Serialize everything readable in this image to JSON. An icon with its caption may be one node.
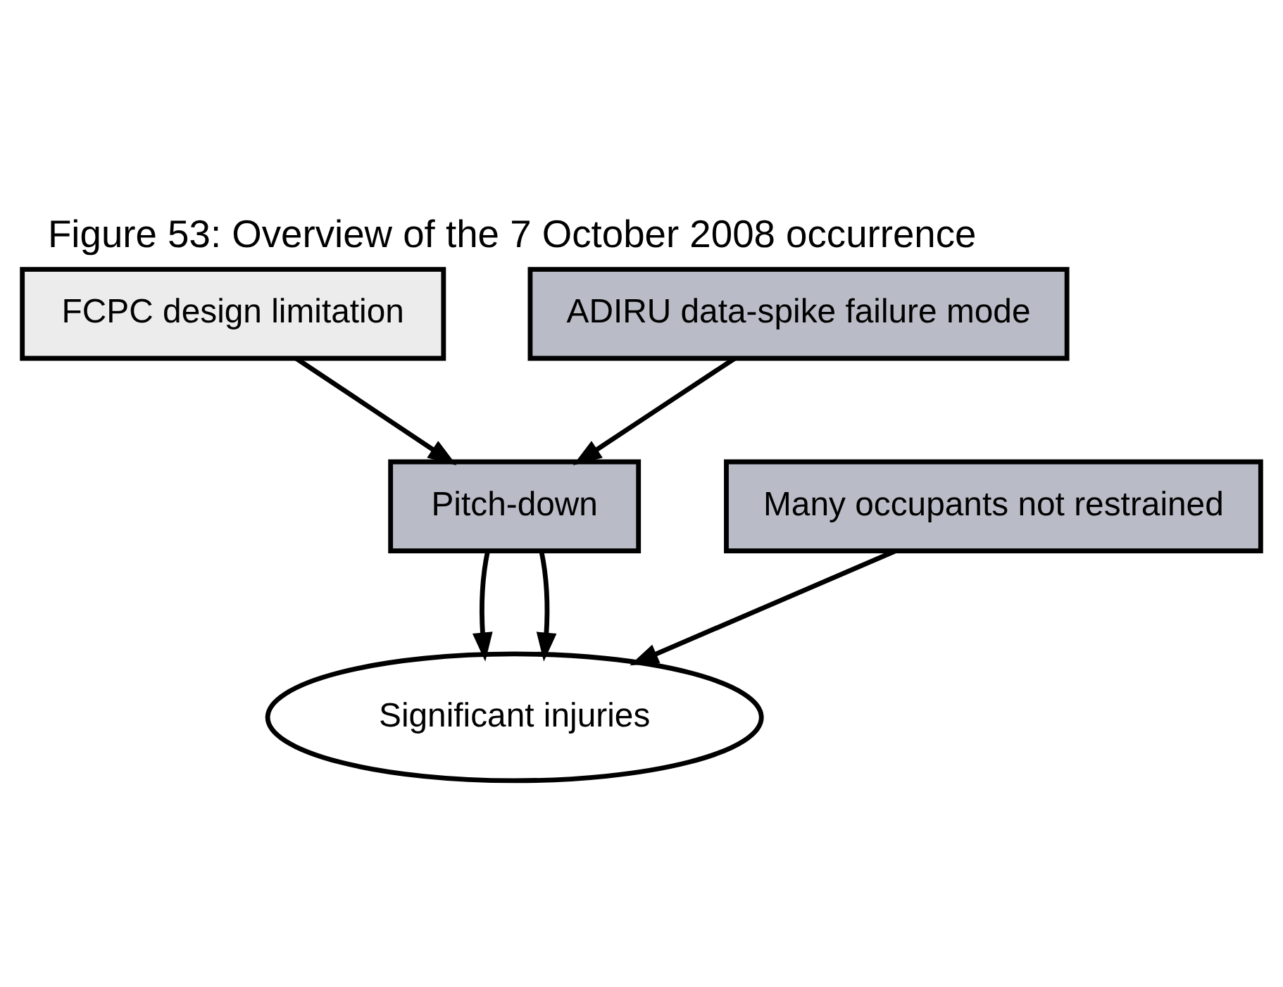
{
  "diagram": {
    "title": "Figure 53: Overview of the 7 October 2008 occurrence",
    "nodes": [
      {
        "text": [
          "FCPC design limitation"
        ]
      },
      {
        "text": [
          "ADIRU data-spike failure mode"
        ]
      },
      {
        "text": [
          "Pitch-down"
        ]
      },
      {
        "text": [
          "Many occupants not restrained"
        ]
      },
      {
        "text": [
          "Significant injuries"
        ]
      }
    ],
    "edges": [
      {
        "from": 0,
        "to": 2,
        "arrow": "to"
      },
      {
        "from": 1,
        "to": 2,
        "arrow": "to"
      },
      {
        "from": 2,
        "to": 4,
        "arrow": "to"
      },
      {
        "from": 2,
        "to": 4,
        "arrow": "to"
      },
      {
        "from": 3,
        "to": 4,
        "arrow": "to"
      }
    ]
  }
}
